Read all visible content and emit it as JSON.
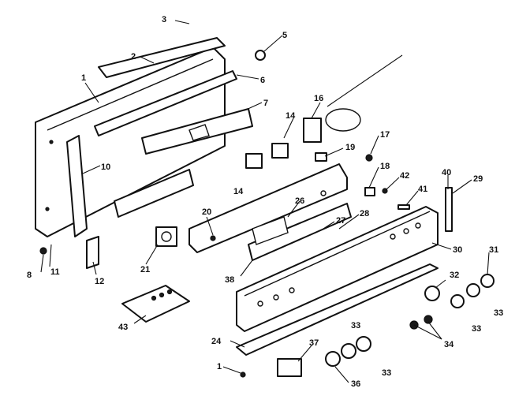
{
  "callouts": {
    "c1a": "1",
    "c1b": "1",
    "c2": "2",
    "c3": "3",
    "c5": "5",
    "c6": "6",
    "c7": "7",
    "c8": "8",
    "c10": "10",
    "c11": "11",
    "c12": "12",
    "c14a": "14",
    "c14b": "14",
    "c16": "16",
    "c17": "17",
    "c18": "18",
    "c19": "19",
    "c20": "20",
    "c21": "21",
    "c24": "24",
    "c26": "26",
    "c27": "27",
    "c28": "28",
    "c29": "29",
    "c30": "30",
    "c31": "31",
    "c32": "32",
    "c33a": "33",
    "c33b": "33",
    "c33c": "33",
    "c33d": "33",
    "c34": "34",
    "c36": "36",
    "c37": "37",
    "c38": "38",
    "c40": "40",
    "c41": "41",
    "c42": "42",
    "c43": "43"
  }
}
